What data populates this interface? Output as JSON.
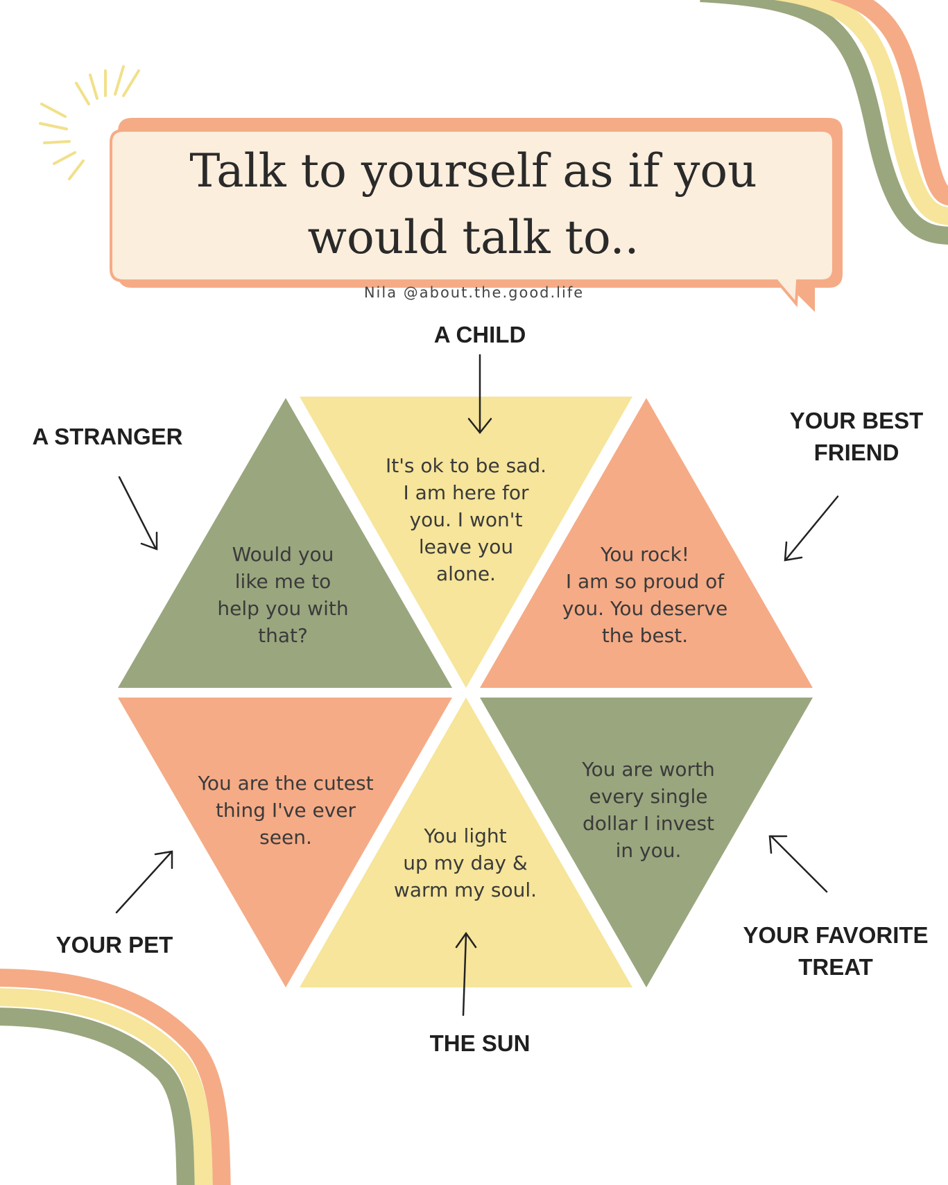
{
  "title": {
    "line1": "Talk to yourself as if you",
    "line2": "would talk to.."
  },
  "credit": "Nila @about.the.good.life",
  "colors": {
    "green": "#9aa67e",
    "yellow": "#f6e59a",
    "salmon": "#f5ab86",
    "cream": "#fbeedd",
    "outline": "#f2a98a"
  },
  "segments": [
    {
      "label": "A CHILD",
      "message": [
        "It's ok to be sad.",
        "I am here for",
        "you. I won't",
        "leave you",
        "alone."
      ],
      "color": "yellow"
    },
    {
      "label": "A STRANGER",
      "message": [
        "Would you",
        "like me to",
        "help you with",
        "that?"
      ],
      "color": "green"
    },
    {
      "label": "YOUR BEST FRIEND",
      "label_lines": [
        "YOUR BEST",
        "FRIEND"
      ],
      "message": [
        "You rock!",
        "I am so proud of",
        "you. You deserve",
        "the best."
      ],
      "color": "salmon"
    },
    {
      "label": "YOUR PET",
      "message": [
        "You are the cutest",
        "thing I've ever",
        "seen."
      ],
      "color": "salmon"
    },
    {
      "label": "THE SUN",
      "message": [
        "You light",
        "up my day &",
        "warm my soul."
      ],
      "color": "yellow"
    },
    {
      "label": "YOUR FAVORITE TREAT",
      "label_lines": [
        "YOUR FAVORITE",
        "TREAT"
      ],
      "message": [
        "You are worth",
        "every single",
        "dollar I invest",
        "in you."
      ],
      "color": "green"
    }
  ],
  "icons": [
    "sun-rays-icon",
    "speech-bubble-icon",
    "arrow-icon",
    "rainbow-stripes-icon"
  ]
}
